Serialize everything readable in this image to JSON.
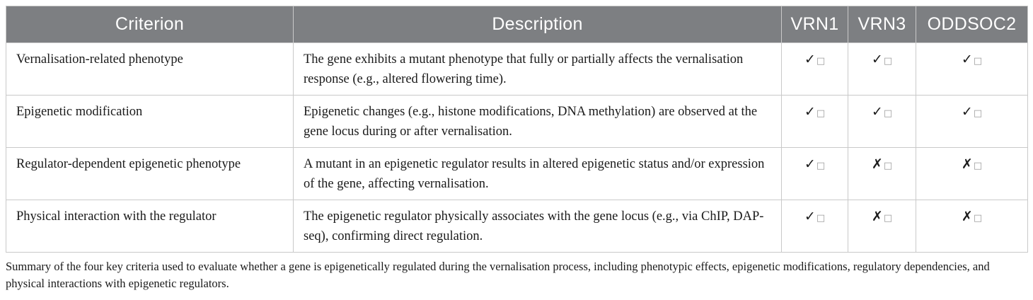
{
  "table": {
    "headers": [
      "Criterion",
      "Description",
      "VRN1",
      "VRN3",
      "ODDSOC2"
    ],
    "rows": [
      {
        "criterion": "Vernalisation-related phenotype",
        "description": "The gene exhibits a mutant phenotype that fully or partially affects the vernalisation response (e.g., altered flowering time).",
        "vrn1": "✓",
        "vrn3": "✓",
        "oddsoc2": "✓"
      },
      {
        "criterion": "Epigenetic modification",
        "description": "Epigenetic changes (e.g., histone modifications, DNA methylation) are observed at the gene locus during or after vernalisation.",
        "vrn1": "✓",
        "vrn3": "✓",
        "oddsoc2": "✓"
      },
      {
        "criterion": "Regulator-dependent epigenetic phenotype",
        "description": "A mutant in an epigenetic regulator results in altered epigenetic status and/or expression of the gene, affecting vernalisation.",
        "vrn1": "✓",
        "vrn3": "✗",
        "oddsoc2": "✗"
      },
      {
        "criterion": "Physical interaction with the regulator",
        "description": "The epigenetic regulator physically associates with the gene locus (e.g., via ChIP, DAP-seq), confirming direct regulation.",
        "vrn1": "✓",
        "vrn3": "✗",
        "oddsoc2": "✗"
      }
    ],
    "box_glyph": "□"
  },
  "caption": "Summary of the four key criteria used to evaluate whether a gene is epigenetically regulated during the vernalisation process, including phenotypic effects, epigenetic modifications, regulatory dependencies, and physical interactions with epigenetic regulators."
}
